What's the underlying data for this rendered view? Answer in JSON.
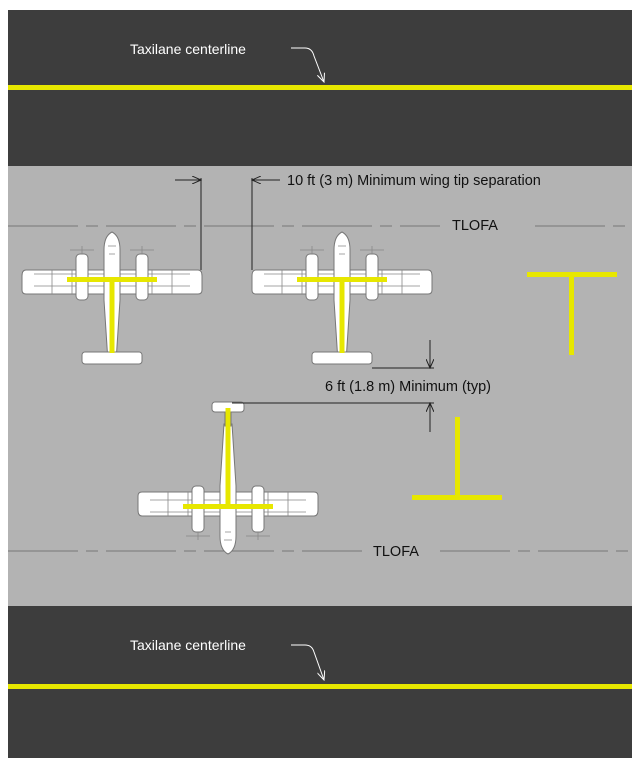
{
  "labels": {
    "taxilane_top": "Taxilane centerline",
    "taxilane_bottom": "Taxilane centerline",
    "tlofa_top": "TLOFA",
    "tlofa_bottom": "TLOFA",
    "wingtip_separation": "10 ft  (3 m) Minimum wing tip separation",
    "min_clearance": "6 ft (1.8 m) Minimum (typ)"
  },
  "colors": {
    "pavement": "#3d3d3d",
    "apron": "#b3b3b3",
    "marking": "#e7e700",
    "aircraft": "#ffffff"
  }
}
